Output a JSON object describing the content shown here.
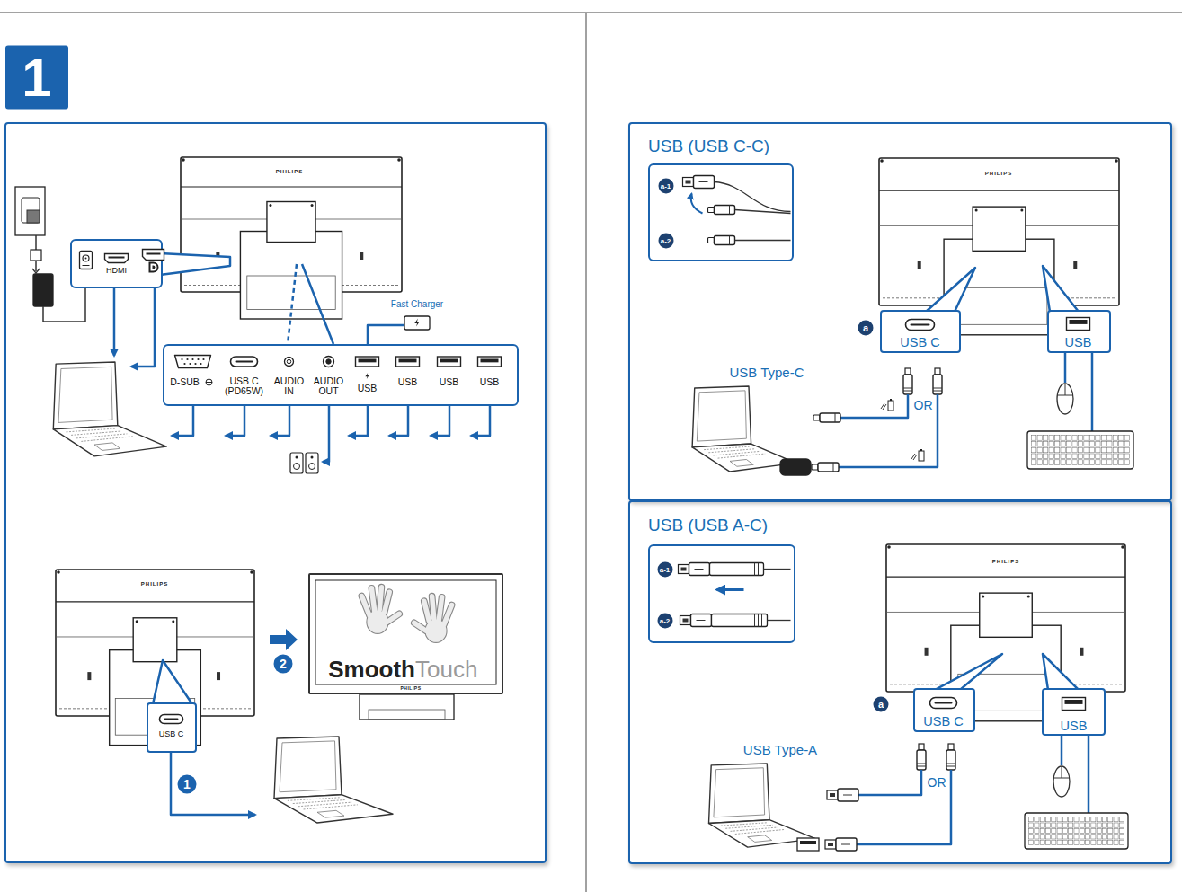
{
  "diagram": {
    "nodes": [
      {
        "text": [
          "1"
        ]
      },
      {
        "text": [
          "HDMI"
        ],
        "in": 0
      },
      {
        "text": [
          "D-SUB",
          "USB C (PD65W)",
          "AUDIO IN",
          "AUDIO OUT",
          "USB",
          "USB",
          "USB",
          "USB"
        ],
        "in": 0
      },
      {
        "text": [
          "USB C"
        ],
        "in": 0
      },
      {
        "text": [
          "Smooth",
          "Touch"
        ],
        "in": 0
      },
      {
        "text": [
          "USB (USB C-C)"
        ]
      },
      {
        "text": [
          "a-1",
          "a-2"
        ],
        "in": 5
      },
      {
        "text": [
          "USB C"
        ],
        "in": 5
      },
      {
        "text": [
          "USB"
        ],
        "in": 5
      },
      {
        "text": [
          "USB (USB A-C)"
        ]
      },
      {
        "text": [
          "a-1",
          "a-2"
        ],
        "in": 9
      },
      {
        "text": [
          "USB C"
        ],
        "in": 9
      },
      {
        "text": [
          "USB"
        ],
        "in": 9
      }
    ],
    "labels": [
      "PHILIPS",
      "Fast Charger",
      "PHILIPS",
      "2",
      "PHILIPS",
      "1",
      "PHILIPS",
      "a",
      "USB Type-C",
      "OR",
      "PHILIPS",
      "a",
      "USB Type-A",
      "OR"
    ]
  }
}
